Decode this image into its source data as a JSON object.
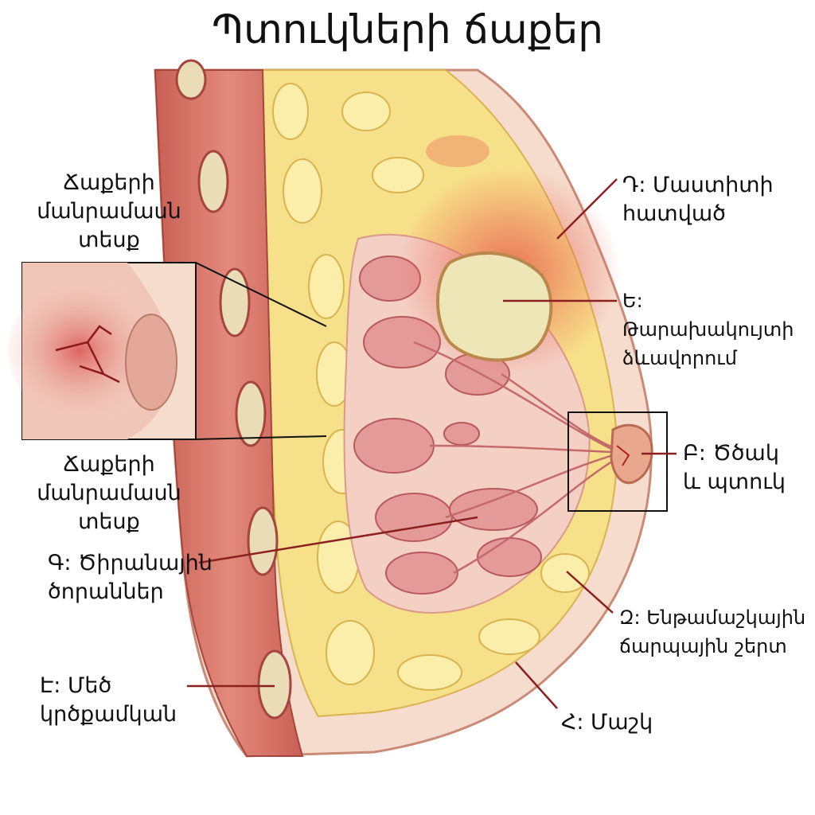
{
  "title": "Պտուկների ճաքեր",
  "inset": {
    "heading": "Ճաքերի\nմանրամասն\nտեսք",
    "caption": "Ճաքերի\nմանրամասն\nտեսք"
  },
  "labels": {
    "d": "Դ: Մաստիտի\nհատված",
    "e": "Ե: Թարախակույտի\nձևավորում",
    "b": "Բ: Ծծակ\nև պտուկ",
    "g": "Գ: Ծիրանային\nծորաններ",
    "z": "Զ: Ենթամաշկային\nճարպային շերտ",
    "h": "Հ: Մաշկ",
    "ee": "Է: Մեծ\nկրծքամկան"
  },
  "colors": {
    "skin": "#f6dccd",
    "muscle": "#d9776b",
    "fat": "#f7e08a",
    "gland": "#e59a9a",
    "inflamed": "#e8604f",
    "abscess": "#efe6b8",
    "leader": "#8b2020"
  }
}
